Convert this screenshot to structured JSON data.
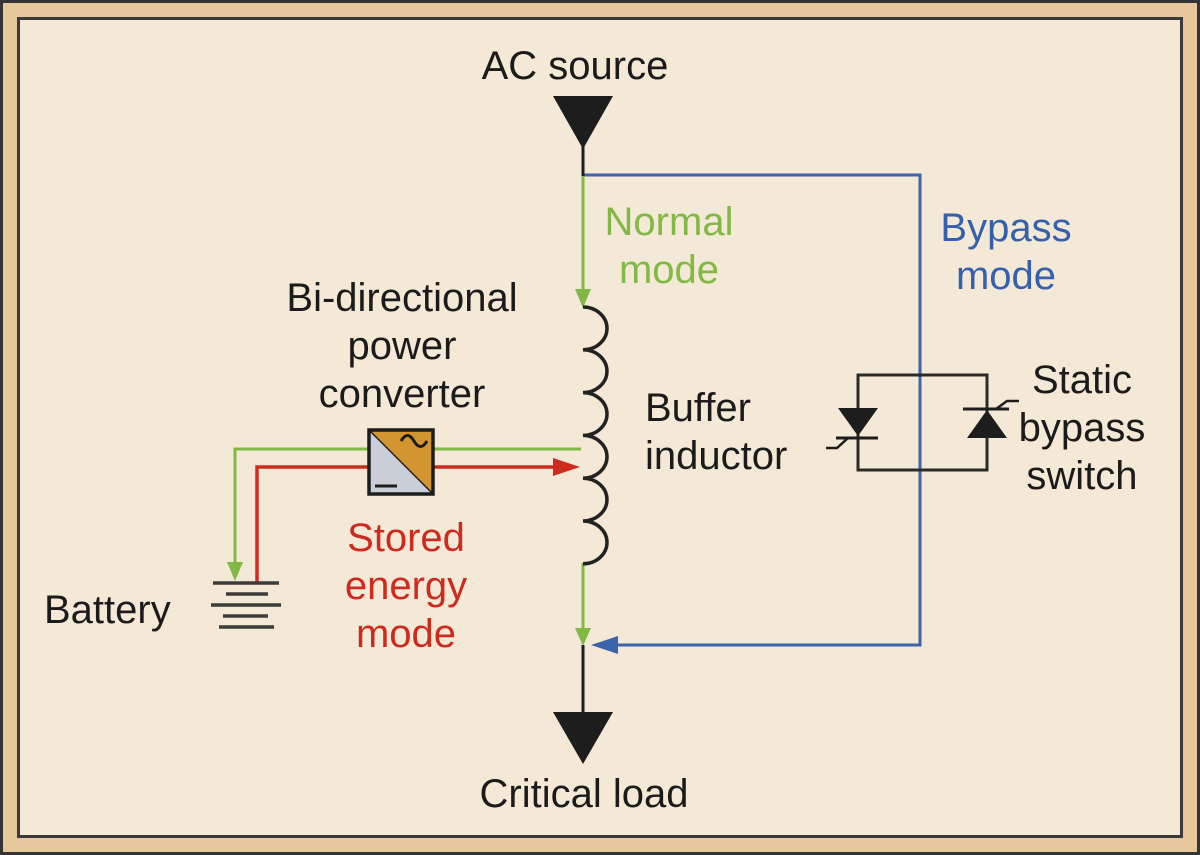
{
  "figure": {
    "background_color": "#f4e9d6",
    "frame_band_color": "#e7c89d",
    "labels": {
      "ac_source": "AC source",
      "critical_load": "Critical load",
      "battery": "Battery",
      "buffer_inductor": {
        "lines": [
          "Buffer",
          "inductor"
        ]
      },
      "converter": {
        "lines": [
          "Bi-directional",
          "power",
          "converter"
        ]
      },
      "static_bypass_switch": {
        "lines": [
          "Static",
          "bypass",
          "switch"
        ]
      }
    },
    "modes": {
      "normal": {
        "lines": [
          "Normal",
          "mode"
        ],
        "color": "#82b945"
      },
      "bypass": {
        "lines": [
          "Bypass",
          "mode"
        ],
        "color": "#3560ad"
      },
      "stored_energy": {
        "lines": [
          "Stored",
          "energy",
          "mode"
        ],
        "color": "#ce2a1e"
      }
    },
    "line_colors": {
      "normal_mode_flow": "#82b945",
      "bypass_mode_flow": "#3560ad",
      "stored_energy_flow": "#ce2a1e",
      "neutral": "#1d1d1d"
    },
    "symbols": {
      "ac_source_arrow": "ac-source-arrow-icon",
      "critical_load_arrow": "critical-load-arrow-icon",
      "buffer_inductor_coil": "inductor-coil-icon",
      "bidirectional_converter": "ac-dc-converter-icon",
      "static_bypass_thyristors": "antiparallel-thyristors-icon",
      "battery_plates": "battery-icon"
    }
  }
}
